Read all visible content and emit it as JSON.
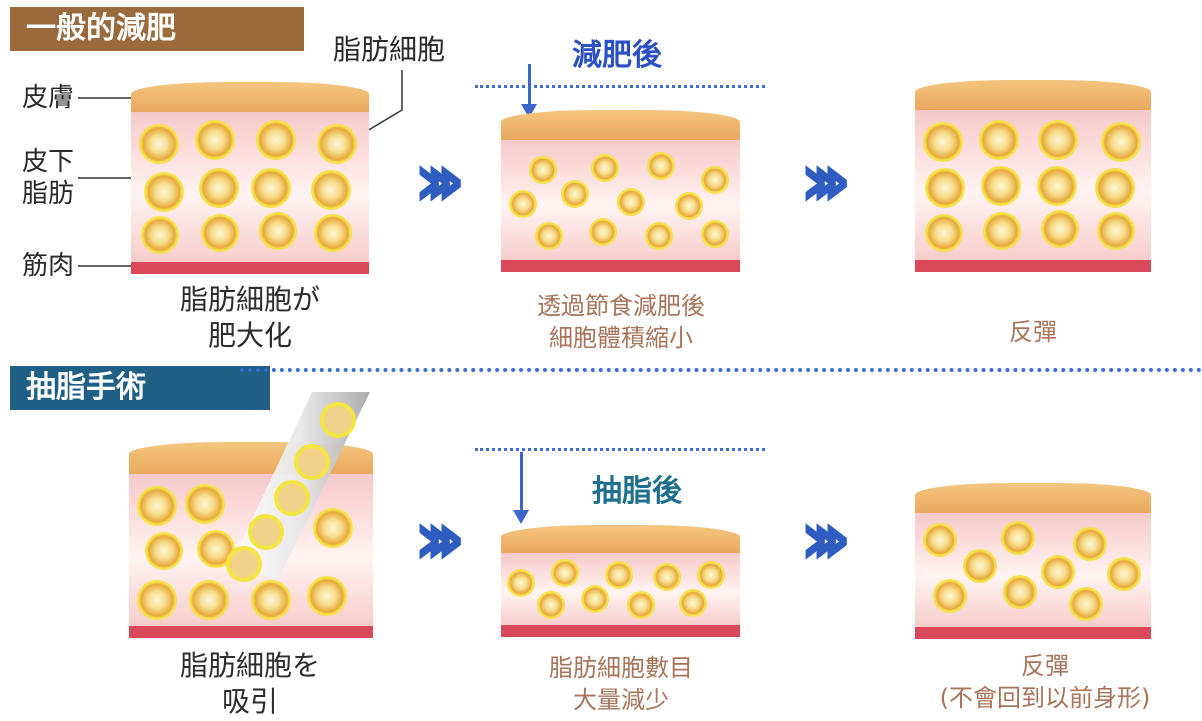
{
  "top": {
    "banner": "一般的減肥",
    "fat_cell_label": "脂肪細胞",
    "layers": {
      "skin": "皮膚",
      "subcutaneous": "皮下\n脂肪",
      "muscle": "筋肉"
    },
    "after_tag": "減肥後",
    "captions": [
      "脂肪細胞が\n肥大化",
      "透過節食減肥後\n細胞體積縮小",
      "反彈"
    ]
  },
  "bottom": {
    "banner": "抽脂手術",
    "after_tag": "抽脂後",
    "captions": [
      "脂肪細胞を\n吸引",
      "脂肪細胞數目\n大量減少",
      "反彈\n(不會回到以前身形)"
    ]
  },
  "colors": {
    "tag_top": "#2b4fc4",
    "tag_bottom": "#1f6f8f",
    "arrow": "#2f5cc0"
  }
}
